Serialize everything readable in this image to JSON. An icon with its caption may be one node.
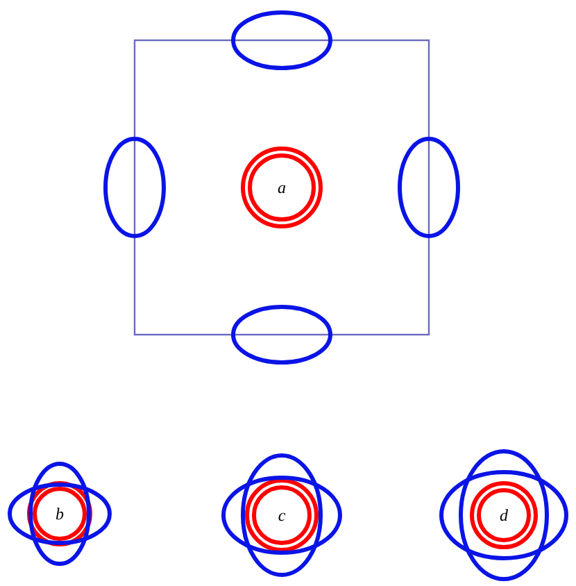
{
  "diagram": {
    "nodes": [
      {
        "text": [
          "a"
        ]
      },
      {
        "text": [
          "b"
        ]
      },
      {
        "text": [
          "c"
        ]
      },
      {
        "text": [
          "d"
        ]
      }
    ]
  }
}
